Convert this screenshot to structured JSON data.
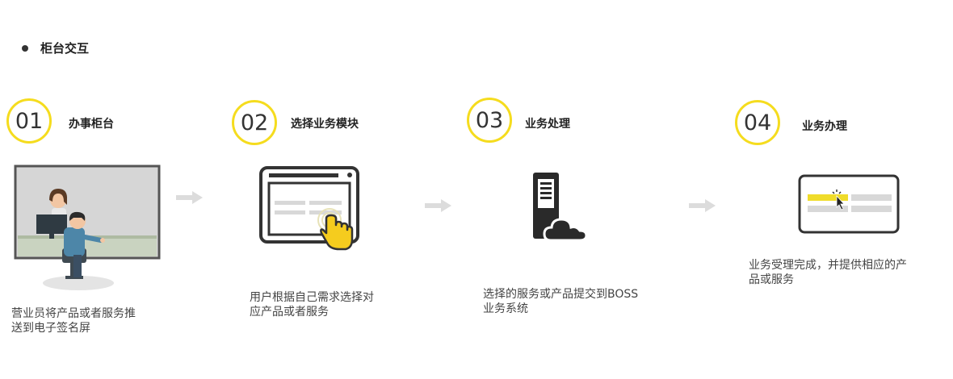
{
  "section": {
    "title": "柜台交互"
  },
  "steps": [
    {
      "number": "01",
      "title": "办事柜台",
      "desc_lines": [
        "营业员将产品或者服务推",
        "送到电子签名屏"
      ]
    },
    {
      "number": "02",
      "title": "选择业务模块",
      "desc_lines": [
        "用户根据自己需求选择对",
        "应产品或者服务"
      ]
    },
    {
      "number": "03",
      "title": "业务处理",
      "desc_lines": [
        "选择的服务或产品提交到BOSS",
        "业务系统"
      ]
    },
    {
      "number": "04",
      "title": "业务办理",
      "desc_lines": [
        "业务受理完成，并提供相应的产",
        "品或服务"
      ]
    }
  ],
  "colors": {
    "accent": "#f5dc1e",
    "dark": "#333333",
    "arrow": "#dcdcdc"
  },
  "icons": {
    "step1": "counter-clerk-customer-illustration",
    "step2": "tablet-touch-hand-icon",
    "step3": "server-cloud-icon",
    "step4": "screen-cursor-icon"
  }
}
